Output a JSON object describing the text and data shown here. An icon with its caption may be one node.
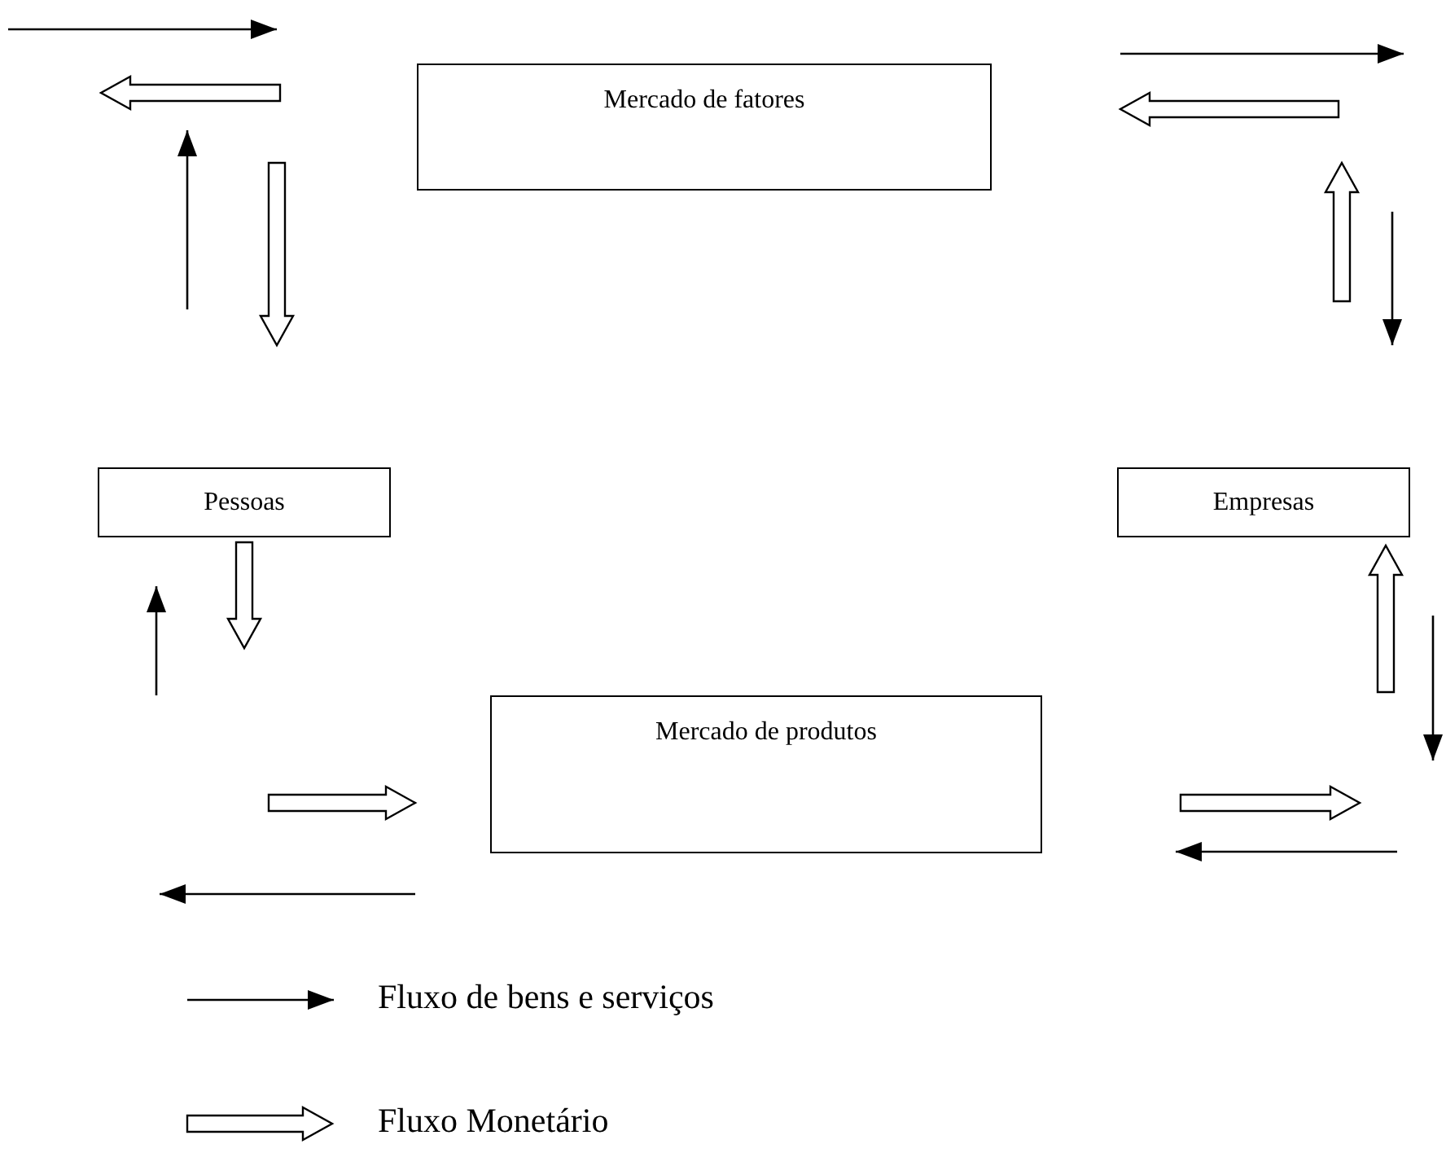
{
  "diagram": {
    "nodes": [
      {
        "text": [
          "Mercado de fatores"
        ]
      },
      {
        "text": [
          "Pessoas"
        ]
      },
      {
        "text": [
          "Empresas"
        ]
      },
      {
        "text": [
          "Mercado de produtos"
        ]
      }
    ],
    "legend": [
      {
        "text": "Fluxo de bens e serviços"
      },
      {
        "text": "Fluxo Monetário"
      }
    ]
  }
}
